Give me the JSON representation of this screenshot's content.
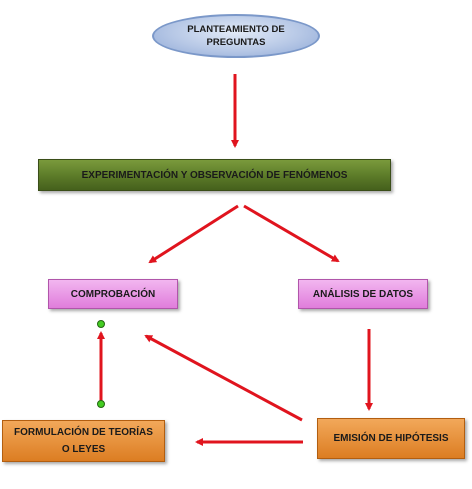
{
  "diagram": {
    "nodes": {
      "planteamiento": "PLANTEAMIENTO DE PREGUNTAS",
      "experimentacion": "EXPERIMENTACIÓN Y OBSERVACIÓN DE FENÓMENOS",
      "comprobacion": "COMPROBACIÓN",
      "analisis": "ANÁLISIS DE DATOS",
      "formulacion": "FORMULACIÓN DE TEORÍAS O LEYES",
      "emision": "EMISIÓN DE HIPÓTESIS"
    },
    "colors": {
      "arrow": "#e0141e",
      "ellipse": "#b7c8e6",
      "experimentacion": "#5b7a28",
      "pink_nodes": "#e07ddb",
      "orange_nodes": "#dc7d22",
      "handle": "#44cc22"
    }
  }
}
